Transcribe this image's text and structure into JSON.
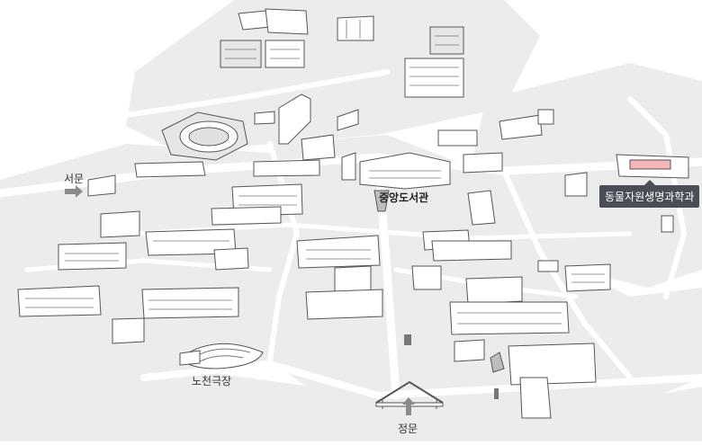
{
  "labels": {
    "west_gate": "서문",
    "central_library": "중앙도서관",
    "open_theater": "노천극장",
    "main_gate": "정문",
    "highlight_callout": "동물자원생명과학과"
  },
  "colors": {
    "ground": "#ececec",
    "road": "#ffffff",
    "building_outline": "#555555",
    "highlight_building": "#f6b6b9",
    "callout_bg": "#4a4f57",
    "arrow": "#8a8a8a"
  },
  "icons": {
    "gate_arrow": "arrow-icon",
    "marker": "map-marker-icon"
  }
}
